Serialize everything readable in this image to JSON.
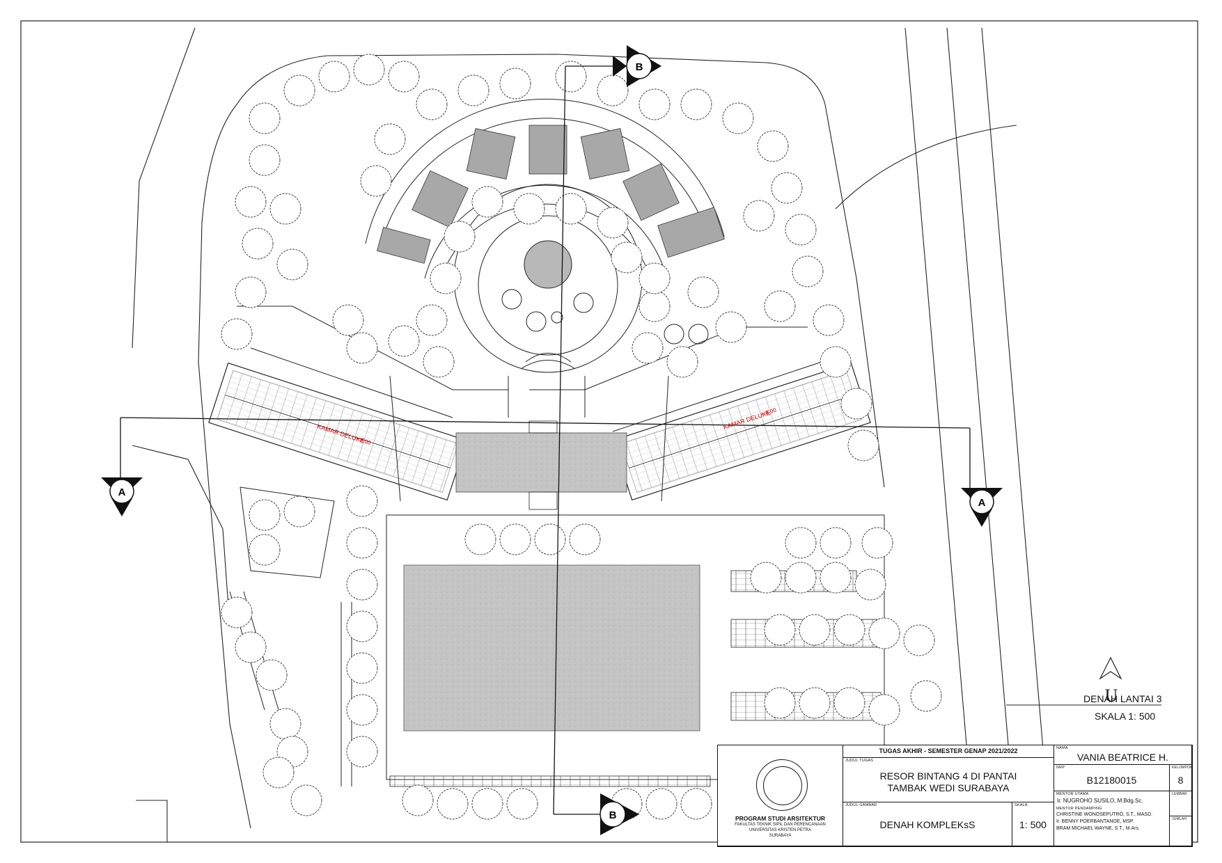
{
  "drawing": {
    "section_a_label": "A",
    "section_b_label": "B",
    "room_label_left": "KAMAR DELUXE",
    "room_label_right": "KAMAR DELUXE",
    "level_left": "+ 8,00",
    "level_right": "+ 8,00",
    "north_label": "U",
    "plan_title": "DENAH LANTAI 3",
    "plan_scale": "SKALA 1: 500"
  },
  "title_block": {
    "program": "PROGRAM STUDI ARSITEKTUR",
    "faculty": "FAKULTAS TEKNIK SIPIL DAN PERENCANAAN",
    "university": "UNIVERSITAS KRISTEN PETRA",
    "city": "SURABAYA",
    "course": "TUGAS AKHIR - SEMESTER GENAP 2021/2022",
    "project_label": "JUDUL TUGAS",
    "project_line1": "RESOR BINTANG 4 DI PANTAI",
    "project_line2": "TAMBAK WEDI SURABAYA",
    "drawing_label": "JUDUL GAMBAR",
    "drawing_title": "DENAH KOMPLEKsS",
    "scale_label": "SKALA",
    "scale_value": "1: 500",
    "name_label": "NAMA",
    "name_value": "VANIA BEATRICE H.",
    "nrp_label": "NRP",
    "nrp_value": "B12180015",
    "group_label": "KELOMPOK",
    "group_value": "8",
    "mentor_main_label": "MENTOR UTAMA",
    "mentor_main": "Ir. NUGROHO SUSILO, M.Bdg.Sc.",
    "mentor_support_label": "MENTOR PENDAMPING",
    "mentor_support_1": "CHRISTINE WONOSEPUTRO, S.T., MASD.",
    "mentor_support_2": "Ir. BENNY POERBANTANOE, MSP.",
    "mentor_support_3": "BRAM MICHAEL WAYNE, S.T., M.Ars.",
    "sheet_label": "LEMBAR",
    "total_label": "JUMLAH"
  }
}
